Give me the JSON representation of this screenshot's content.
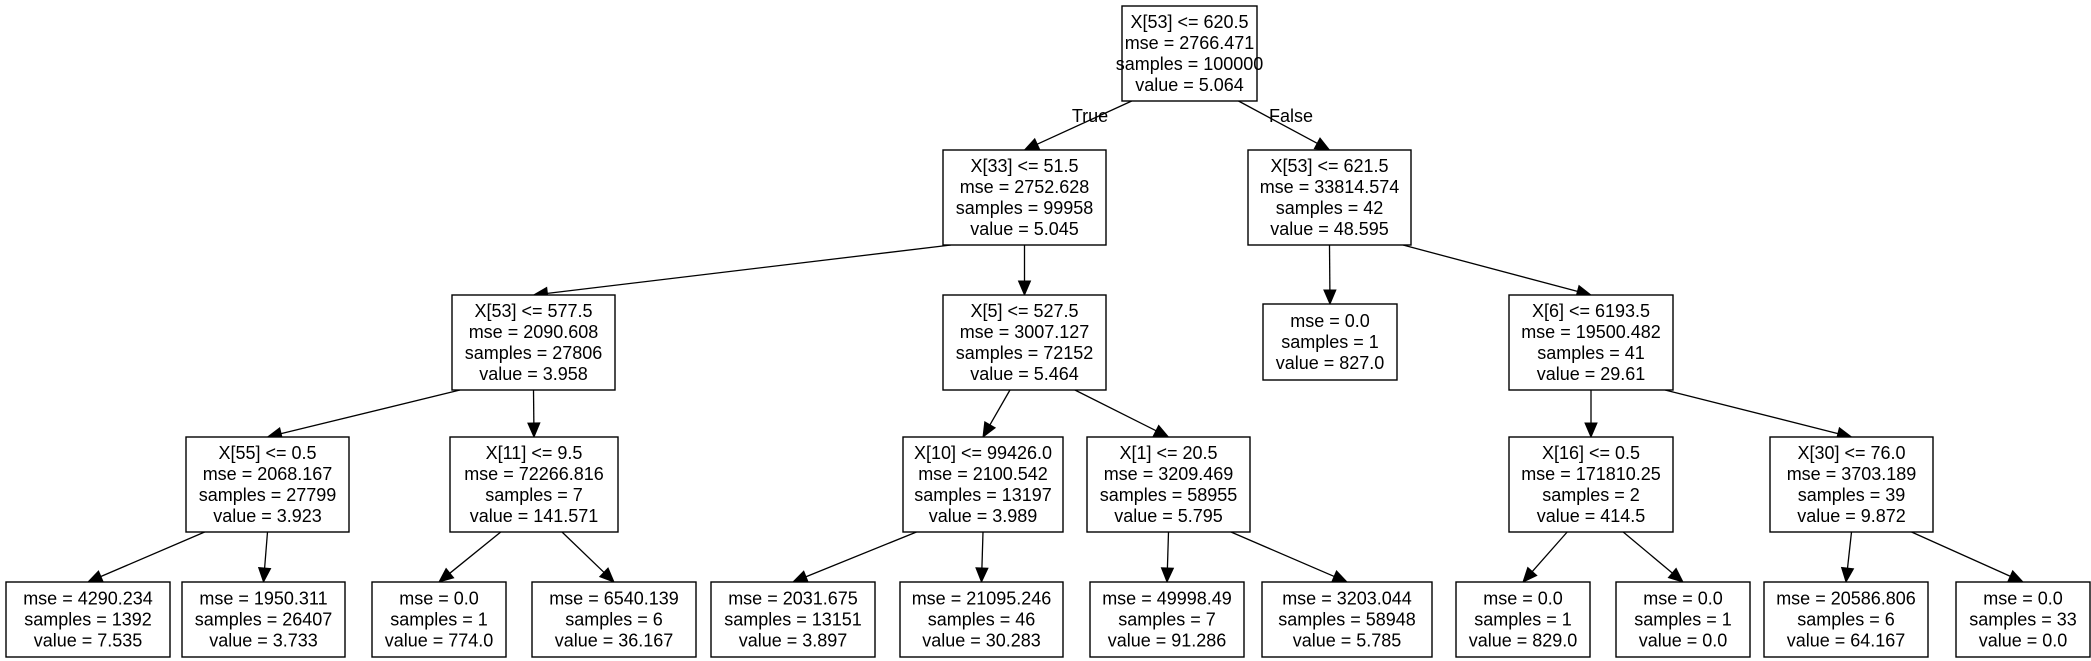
{
  "nodes": [
    {
      "id": "n0",
      "lines": [
        "X[53] <= 620.5",
        "mse = 2766.471",
        "samples = 100000",
        "value = 5.064"
      ]
    },
    {
      "id": "n1",
      "lines": [
        "X[33] <= 51.5",
        "mse = 2752.628",
        "samples = 99958",
        "value = 5.045"
      ]
    },
    {
      "id": "n2",
      "lines": [
        "X[53] <= 621.5",
        "mse = 33814.574",
        "samples = 42",
        "value = 48.595"
      ]
    },
    {
      "id": "n3",
      "lines": [
        "X[53] <= 577.5",
        "mse = 2090.608",
        "samples = 27806",
        "value = 3.958"
      ]
    },
    {
      "id": "n4",
      "lines": [
        "X[5] <= 527.5",
        "mse = 3007.127",
        "samples = 72152",
        "value = 5.464"
      ]
    },
    {
      "id": "n5",
      "lines": [
        "mse = 0.0",
        "samples = 1",
        "value = 827.0"
      ]
    },
    {
      "id": "n6",
      "lines": [
        "X[6] <= 6193.5",
        "mse = 19500.482",
        "samples = 41",
        "value = 29.61"
      ]
    },
    {
      "id": "n7",
      "lines": [
        "X[55] <= 0.5",
        "mse = 2068.167",
        "samples = 27799",
        "value = 3.923"
      ]
    },
    {
      "id": "n8",
      "lines": [
        "X[11] <= 9.5",
        "mse = 72266.816",
        "samples = 7",
        "value = 141.571"
      ]
    },
    {
      "id": "n9",
      "lines": [
        "X[10] <= 99426.0",
        "mse = 2100.542",
        "samples = 13197",
        "value = 3.989"
      ]
    },
    {
      "id": "n10",
      "lines": [
        "X[1] <= 20.5",
        "mse = 3209.469",
        "samples = 58955",
        "value = 5.795"
      ]
    },
    {
      "id": "n11",
      "lines": [
        "X[16] <= 0.5",
        "mse = 171810.25",
        "samples = 2",
        "value = 414.5"
      ]
    },
    {
      "id": "n12",
      "lines": [
        "X[30] <= 76.0",
        "mse = 3703.189",
        "samples = 39",
        "value = 9.872"
      ]
    },
    {
      "id": "n13",
      "lines": [
        "mse = 4290.234",
        "samples = 1392",
        "value = 7.535"
      ]
    },
    {
      "id": "n14",
      "lines": [
        "mse = 1950.311",
        "samples = 26407",
        "value = 3.733"
      ]
    },
    {
      "id": "n15",
      "lines": [
        "mse = 0.0",
        "samples = 1",
        "value = 774.0"
      ]
    },
    {
      "id": "n16",
      "lines": [
        "mse = 6540.139",
        "samples = 6",
        "value = 36.167"
      ]
    },
    {
      "id": "n17",
      "lines": [
        "mse = 2031.675",
        "samples = 13151",
        "value = 3.897"
      ]
    },
    {
      "id": "n18",
      "lines": [
        "mse = 21095.246",
        "samples = 46",
        "value = 30.283"
      ]
    },
    {
      "id": "n19",
      "lines": [
        "mse = 49998.49",
        "samples = 7",
        "value = 91.286"
      ]
    },
    {
      "id": "n20",
      "lines": [
        "mse = 3203.044",
        "samples = 58948",
        "value = 5.785"
      ]
    },
    {
      "id": "n21",
      "lines": [
        "mse = 0.0",
        "samples = 1",
        "value = 829.0"
      ]
    },
    {
      "id": "n22",
      "lines": [
        "mse = 0.0",
        "samples = 1",
        "value = 0.0"
      ]
    },
    {
      "id": "n23",
      "lines": [
        "mse = 20586.806",
        "samples = 6",
        "value = 64.167"
      ]
    },
    {
      "id": "n24",
      "lines": [
        "mse = 0.0",
        "samples = 33",
        "value = 0.0"
      ]
    }
  ],
  "edges": [
    {
      "from": "n0",
      "to": "n1",
      "label": "True"
    },
    {
      "from": "n0",
      "to": "n2",
      "label": "False"
    },
    {
      "from": "n1",
      "to": "n3"
    },
    {
      "from": "n1",
      "to": "n4"
    },
    {
      "from": "n2",
      "to": "n5"
    },
    {
      "from": "n2",
      "to": "n6"
    },
    {
      "from": "n3",
      "to": "n7"
    },
    {
      "from": "n3",
      "to": "n8"
    },
    {
      "from": "n4",
      "to": "n9"
    },
    {
      "from": "n4",
      "to": "n10"
    },
    {
      "from": "n6",
      "to": "n11"
    },
    {
      "from": "n6",
      "to": "n12"
    },
    {
      "from": "n7",
      "to": "n13"
    },
    {
      "from": "n7",
      "to": "n14"
    },
    {
      "from": "n8",
      "to": "n15"
    },
    {
      "from": "n8",
      "to": "n16"
    },
    {
      "from": "n9",
      "to": "n17"
    },
    {
      "from": "n9",
      "to": "n18"
    },
    {
      "from": "n10",
      "to": "n19"
    },
    {
      "from": "n10",
      "to": "n20"
    },
    {
      "from": "n11",
      "to": "n21"
    },
    {
      "from": "n11",
      "to": "n22"
    },
    {
      "from": "n12",
      "to": "n23"
    },
    {
      "from": "n12",
      "to": "n24"
    }
  ]
}
